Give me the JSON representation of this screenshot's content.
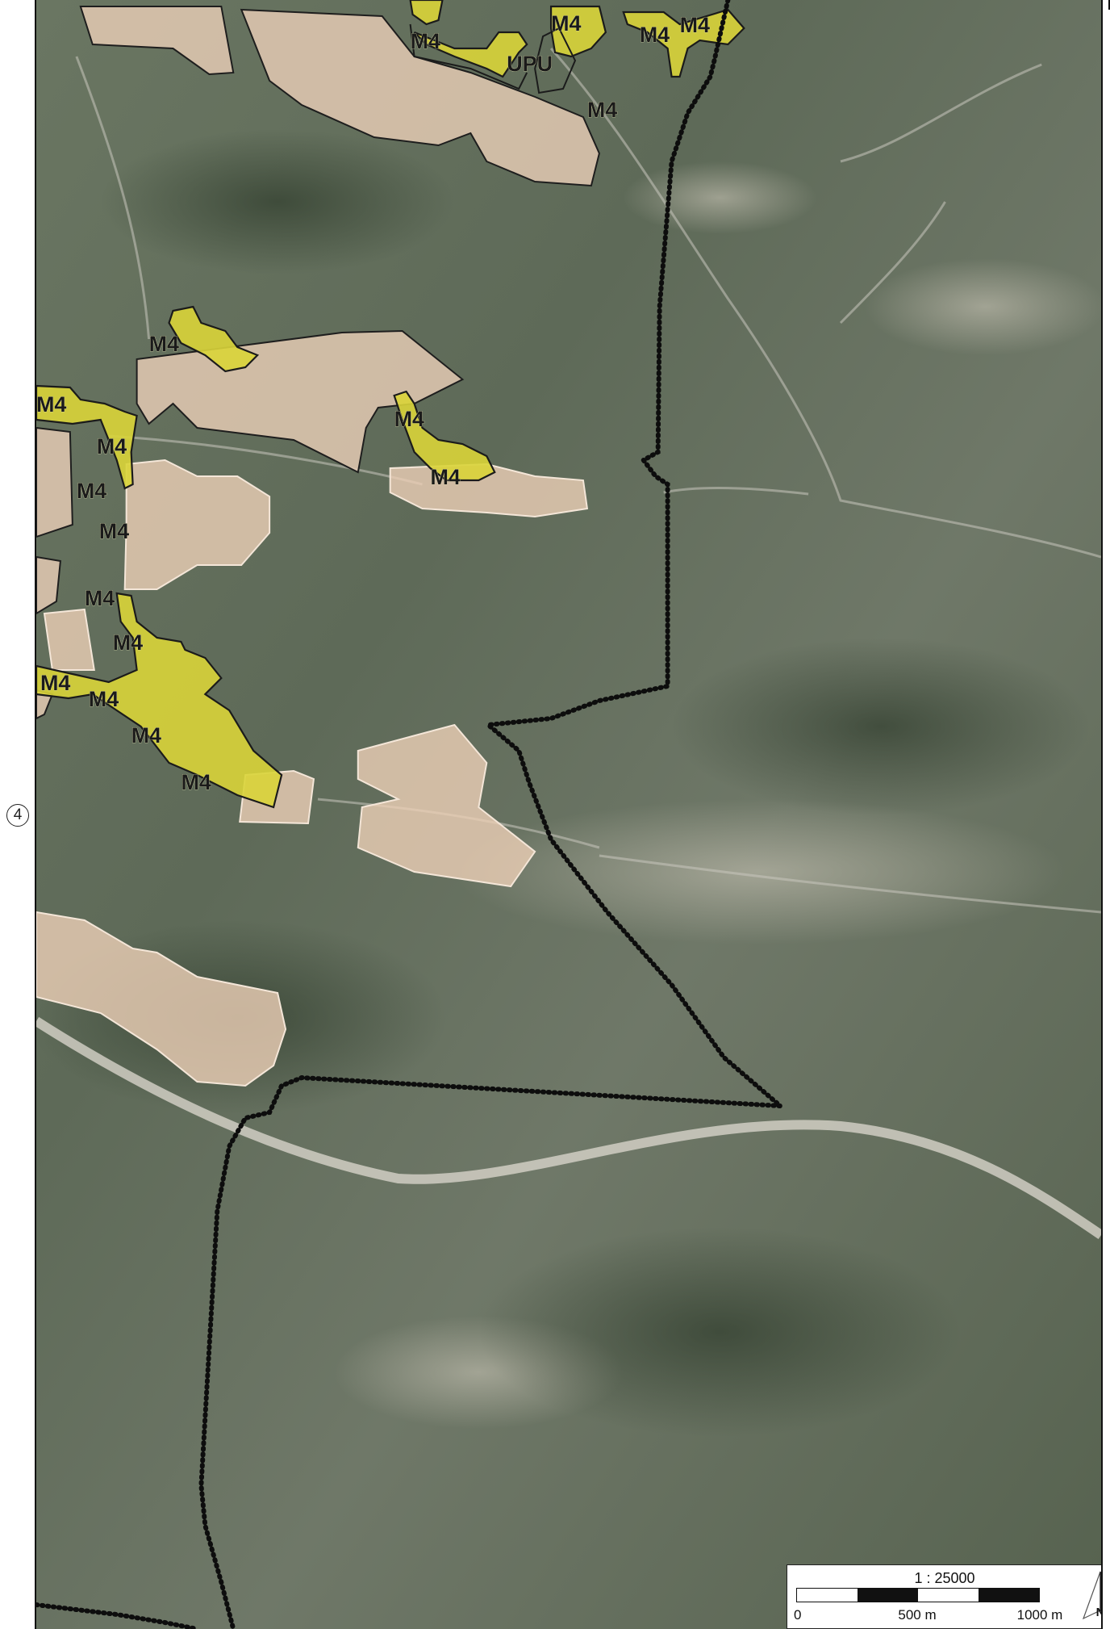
{
  "sheet": {
    "marker": "4"
  },
  "map": {
    "labels": {
      "m4": "M4",
      "upu": "UPU"
    },
    "colors": {
      "zone_yellow": "#d9d438",
      "zone_beige": "#e8cdb6",
      "boundary": "#0d0d0d"
    }
  },
  "scale": {
    "ratio": "1 : 25000",
    "tick_0": "0",
    "tick_500": "500 m",
    "tick_1000": "1000 m"
  },
  "north": {
    "letter": "N"
  }
}
